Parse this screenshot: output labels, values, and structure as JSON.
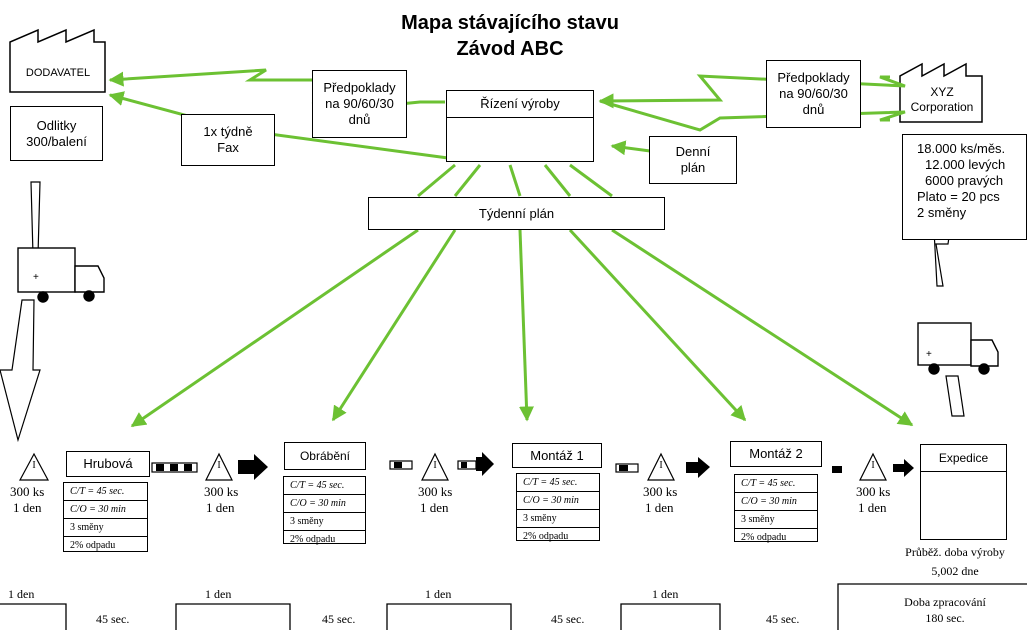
{
  "title": {
    "line1": "Mapa stávajícího stavu",
    "line2": "Závod ABC"
  },
  "supplier": {
    "name": "DODAVATEL",
    "note": "Odlitky\n300/balení"
  },
  "customer": {
    "name": "XYZ\nCorporation",
    "data_lines": [
      "18.000 ks/měs.",
      "12.000 levých",
      "6000 pravých",
      "Plato = 20 pcs",
      "2 směny"
    ]
  },
  "control": {
    "production": "Řízení výroby",
    "forecast_supplier": "Předpoklady\nna 90/60/30\ndnů",
    "forecast_customer": "Předpoklady\nna 90/60/30\ndnů",
    "fax": "1x týdně\nFax",
    "daily_plan": "Denní\nplán",
    "weekly_plan": "Týdenní plán"
  },
  "processes": [
    {
      "name": "Hrubová",
      "ct": "C/T = 45 sec.",
      "co": "C/O = 30 min",
      "shifts": "3    směny",
      "scrap": "2%  odpadu"
    },
    {
      "name": "Obrábění",
      "ct": "C/T = 45 sec.",
      "co": "C/O = 30 min",
      "shifts": "3    směny",
      "scrap": "2%  odpadu"
    },
    {
      "name": "Montáž 1",
      "ct": "C/T = 45 sec.",
      "co": "C/O = 30 min",
      "shifts": "3      směny",
      "scrap": "2%  odpadu"
    },
    {
      "name": "Montáž 2",
      "ct": "C/T = 45 sec.",
      "co": "C/O = 30 min",
      "shifts": "3    směny",
      "scrap": "2%  odpadu"
    }
  ],
  "shipping": {
    "name": "Expedice"
  },
  "inventory": [
    {
      "symbol": "I",
      "qty": "300 ks",
      "time": "1 den"
    },
    {
      "symbol": "I",
      "qty": "300 ks",
      "time": "1 den"
    },
    {
      "symbol": "I",
      "qty": "300 ks",
      "time": "1 den"
    },
    {
      "symbol": "I",
      "qty": "300 ks",
      "time": "1 den"
    },
    {
      "symbol": "I",
      "qty": "300 ks",
      "time": "1 den"
    }
  ],
  "lead_time": {
    "label": "Průběž. doba výroby",
    "value": "5,002 dne"
  },
  "timeline": {
    "days": [
      "1 den",
      "1 den",
      "1 den",
      "1 den"
    ],
    "secs": [
      "45 sec.",
      "45 sec.",
      "45 sec.",
      "45 sec."
    ],
    "processing_label": "Doba zpracování",
    "processing_value": "180 sec."
  },
  "colors": {
    "info_arrow": "#6cc133",
    "line": "#000000"
  }
}
